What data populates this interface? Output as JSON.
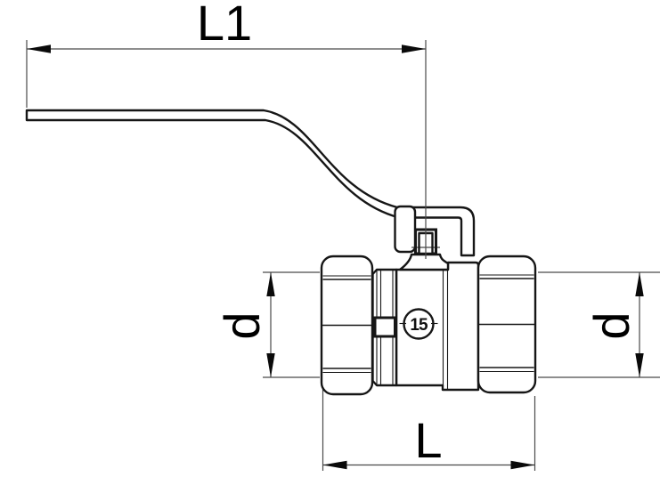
{
  "diagram": {
    "type": "technical-drawing",
    "subject": "ball valve with lever handle, front elevation with dimension callouts",
    "dimensions": {
      "top": "L1",
      "left": "d",
      "right": "d",
      "bottom": "L"
    },
    "logo_text": "15",
    "colors": {
      "background": "#ffffff",
      "object_line": "#161616",
      "dimension_line": "#4a4a4a",
      "arrow_fill": "#0a0a0a",
      "text": "#000000"
    }
  }
}
